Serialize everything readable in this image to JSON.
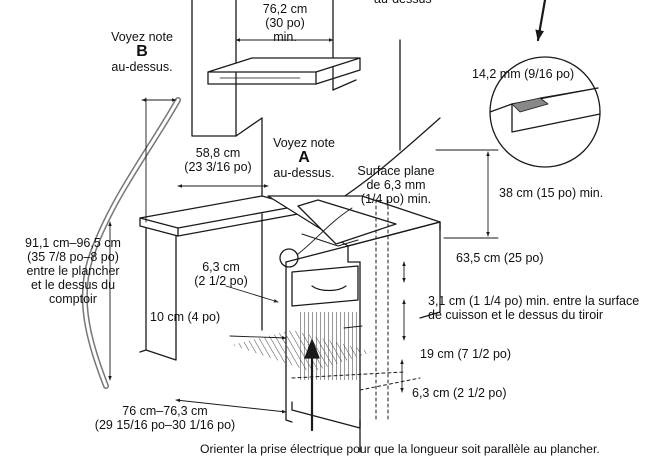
{
  "labels": {
    "hood_width_1": "76,2 cm",
    "hood_width_2": "(30 po)",
    "hood_width_3": "min.",
    "partial_top": "au-dessus",
    "note_b_1": "Voyez note",
    "note_b_letter": "B",
    "note_b_2": "au-dessus.",
    "gap_1": "14,2 mm (9/16 po)",
    "depth_1": "58,8 cm",
    "depth_2": "(23 3/16 po)",
    "note_a_1": "Voyez note",
    "note_a_letter": "A",
    "note_a_2": "au-dessus.",
    "surface_1": "Surface plane",
    "surface_2": "de 6,3 mm",
    "surface_3": "(1/4 po) min.",
    "side_clear": "38 cm (15 po) min.",
    "height_1": "91,1 cm–96,5 cm",
    "height_2": "(35 7/8 po–8 po)",
    "height_3": "entre le plancher",
    "height_4": "et le dessus du",
    "height_5": "comptoir",
    "front_1": "6,3 cm",
    "front_2": "(2 1/2 po)",
    "cabinet_depth": "63,5 cm (25 po)",
    "drawer_1": "3,1 cm (1 1/4 po) min. entre la surface",
    "drawer_2": "de cuisson et le dessus du tiroir",
    "toe": "10 cm (4 po)",
    "outlet_height": "19 cm (7 1/2 po)",
    "outlet_side": "6,3 cm (2 1/2 po)",
    "width_1": "76 cm–76,3 cm",
    "width_2": "(29 15/16 po–30 1/16 po)",
    "footer": "Orienter la prise électrique pour que la longueur soit parallèle au plancher."
  },
  "colors": {
    "line": "#1a1a1a",
    "hatch": "#6a6a6a",
    "fill": "#ffffff"
  }
}
